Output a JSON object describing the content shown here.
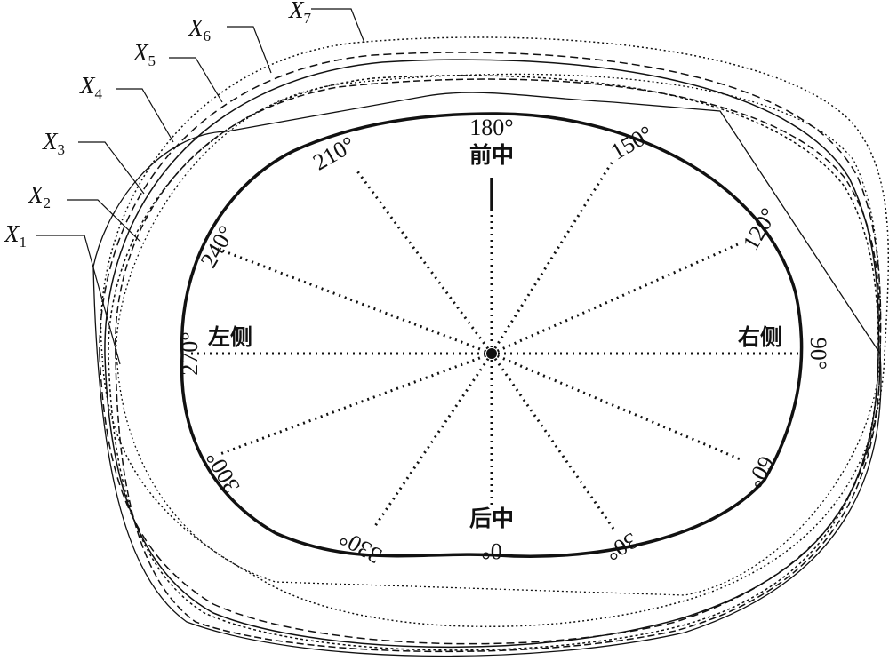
{
  "curve_labels": [
    {
      "name": "X",
      "sub": "1"
    },
    {
      "name": "X",
      "sub": "2"
    },
    {
      "name": "X",
      "sub": "3"
    },
    {
      "name": "X",
      "sub": "4"
    },
    {
      "name": "X",
      "sub": "5"
    },
    {
      "name": "X",
      "sub": "6"
    },
    {
      "name": "X",
      "sub": "7"
    }
  ],
  "angles": {
    "a180": "180°",
    "a150": "150°",
    "a120": "120°",
    "a90": "90°",
    "a60": "60°",
    "a30": "30°",
    "a0": "0°",
    "a330": "330°",
    "a300": "300°",
    "a270": "270°",
    "a240": "240°",
    "a210": "210°"
  },
  "directions": {
    "front": "前中",
    "back": "后中",
    "left": "左侧",
    "right": "右侧"
  },
  "colors": {
    "line": "#111111",
    "background": "#ffffff"
  }
}
